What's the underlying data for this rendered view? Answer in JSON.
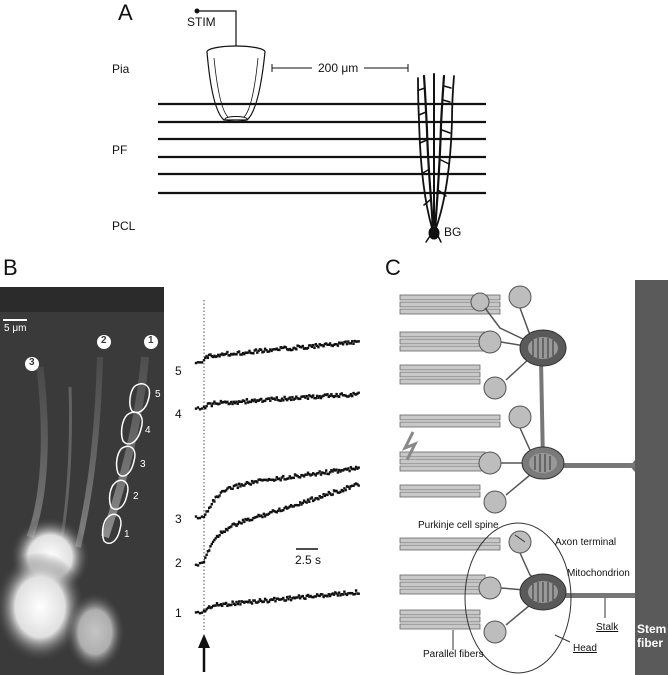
{
  "panel_a": {
    "letter": "A",
    "stim_label": "STIM",
    "layer_labels": [
      "Pia",
      "PF",
      "PCL"
    ],
    "distance_label": "200 μm",
    "cell_label": "BG"
  },
  "panel_b": {
    "letter": "B",
    "scale_label": "5 μm",
    "process_labels": [
      "1",
      "2",
      "3"
    ],
    "roi_labels": [
      "1",
      "2",
      "3",
      "4",
      "5"
    ],
    "time_scale_label": "2.5 s"
  },
  "panel_c": {
    "letter": "C",
    "labels": {
      "spine": "Purkinje cell spine",
      "axon_terminal": "Axon terminal",
      "mitochondrion": "Mitochondrion",
      "stalk": "Stalk",
      "head": "Head",
      "parallel_fibers": "Parallel fibers",
      "stem_fiber_line1": "Stem",
      "stem_fiber_line2": "fiber"
    }
  },
  "colors": {
    "dark_image_bg": "#3a3a3a",
    "stem_fiber": "#5a5a5a",
    "stem_text": "#ffffff"
  }
}
